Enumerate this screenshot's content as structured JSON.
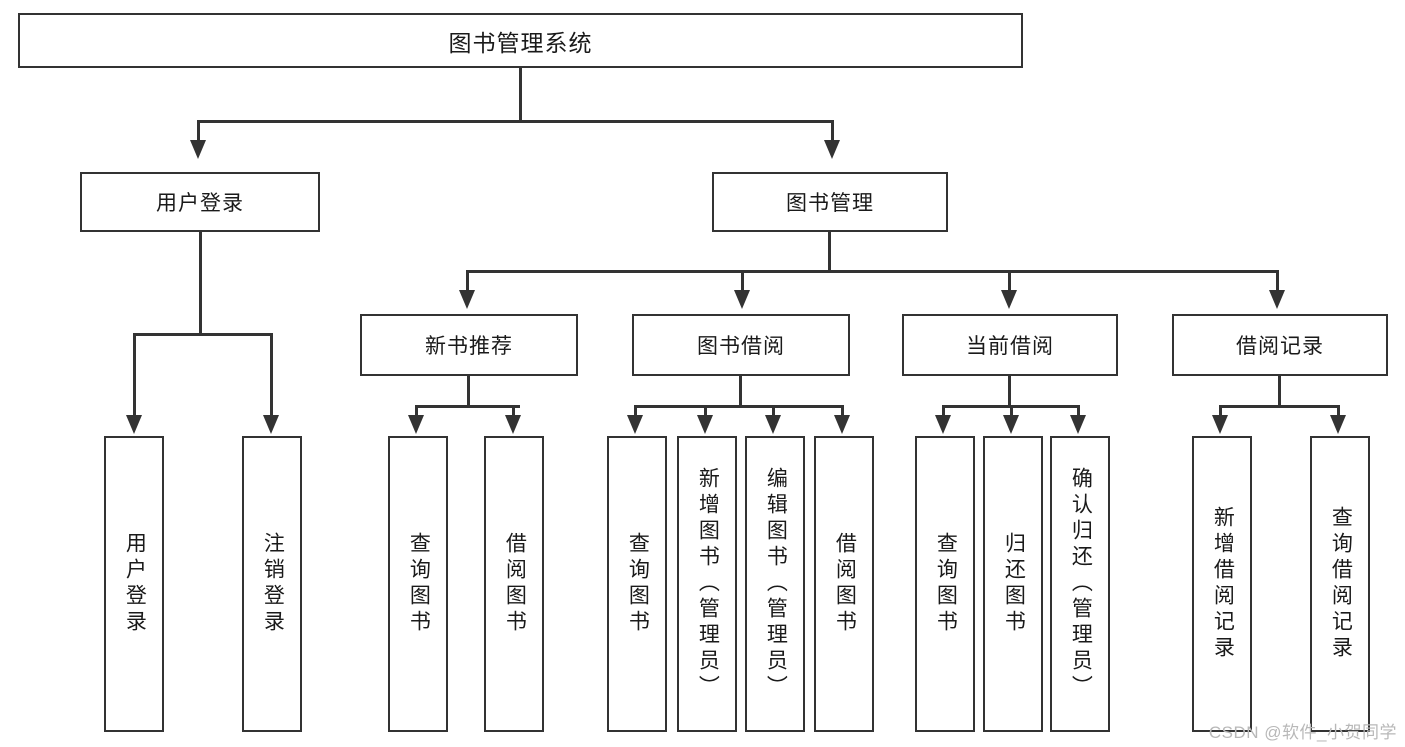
{
  "diagram": {
    "title": "图书管理系统",
    "type": "hierarchy-tree",
    "watermark": "CSDN @软件_小贺同学"
  },
  "root": {
    "label": "图书管理系统"
  },
  "level2": [
    {
      "label": "用户登录"
    },
    {
      "label": "图书管理"
    }
  ],
  "level3": [
    {
      "label": "新书推荐"
    },
    {
      "label": "图书借阅"
    },
    {
      "label": "当前借阅"
    },
    {
      "label": "借阅记录"
    }
  ],
  "leaves": [
    {
      "label": "用户登录",
      "parent": "用户登录"
    },
    {
      "label": "注销登录",
      "parent": "用户登录"
    },
    {
      "label": "查询图书",
      "parent": "新书推荐"
    },
    {
      "label": "借阅图书",
      "parent": "新书推荐"
    },
    {
      "label": "查询图书",
      "parent": "图书借阅"
    },
    {
      "label": "新增图书（管理员）",
      "parent": "图书借阅"
    },
    {
      "label": "编辑图书（管理员）",
      "parent": "图书借阅"
    },
    {
      "label": "借阅图书",
      "parent": "图书借阅"
    },
    {
      "label": "查询图书",
      "parent": "当前借阅"
    },
    {
      "label": "归还图书",
      "parent": "当前借阅"
    },
    {
      "label": "确认归还（管理员）",
      "parent": "当前借阅"
    },
    {
      "label": "新增借阅记录",
      "parent": "借阅记录"
    },
    {
      "label": "查询借阅记录",
      "parent": "借阅记录"
    }
  ],
  "colors": {
    "stroke": "#333333",
    "fill": "#ffffff",
    "text": "#1a1a1a",
    "watermark": "#b8b8b8"
  }
}
